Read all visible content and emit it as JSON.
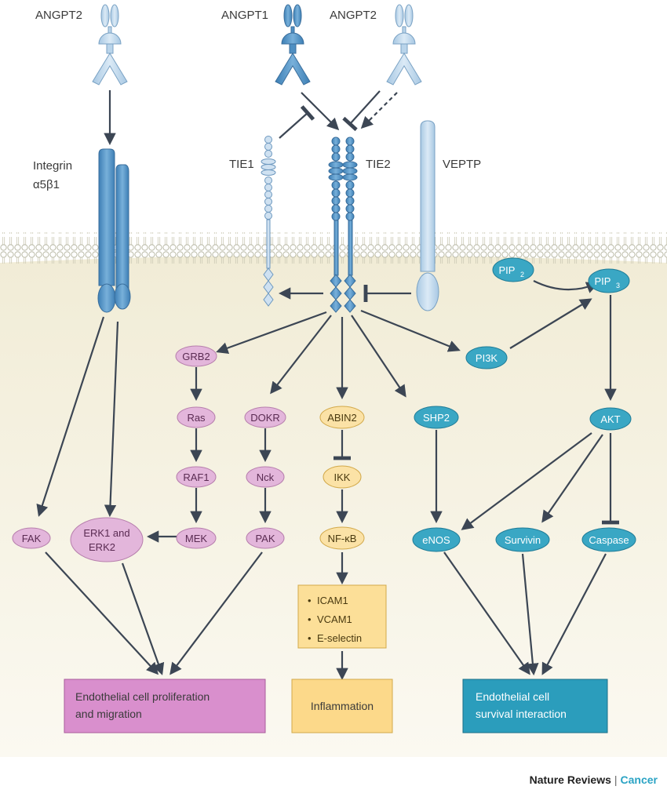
{
  "ligands": {
    "angpt2_left": "ANGPT2",
    "angpt1": "ANGPT1",
    "angpt2_right": "ANGPT2"
  },
  "receptors": {
    "integrin_line1": "Integrin",
    "integrin_line2": "α5β1",
    "tie1": "TIE1",
    "tie2": "TIE2",
    "veptp": "VEPTP"
  },
  "lipids": {
    "pip2_base": "PIP",
    "pip2_sub": "2",
    "pip3_base": "PIP",
    "pip3_sub": "3"
  },
  "nodes": {
    "grb2": "GRB2",
    "ras": "Ras",
    "raf1": "RAF1",
    "mek": "MEK",
    "dokr": "DOKR",
    "nck": "Nck",
    "pak": "PAK",
    "fak": "FAK",
    "erk_line1": "ERK1 and",
    "erk_line2": "ERK2",
    "abin2": "ABIN2",
    "ikk": "IKK",
    "nfkb": "NF-κB",
    "shp2": "SHP2",
    "pi3k": "PI3K",
    "akt": "AKT",
    "enos": "eNOS",
    "survivin": "Survivin",
    "caspase": "Caspase"
  },
  "genes": [
    "ICAM1",
    "VCAM1",
    "E-selectin"
  ],
  "outcomes": {
    "prolif_line1": "Endothelial cell proliferation",
    "prolif_line2": "and migration",
    "inflammation": "Inflammation",
    "survival_line1": "Endothelial cell",
    "survival_line2": "survival interaction"
  },
  "credit": {
    "publisher": "Nature Reviews",
    "separator": "|",
    "journal": "Cancer"
  },
  "colors": {
    "pink_node": "#e3b6db",
    "yellow_node": "#fbe2a6",
    "blue_node": "#3aa7c4",
    "receptor_blue": "#4f8fc2",
    "receptor_light": "#b9d4ea",
    "outcome_pink": "#d98fcd",
    "outcome_yellow": "#fcd98a",
    "outcome_blue": "#2b9dbc",
    "cytoplasm": "#f3eedc",
    "arrow": "#3c4654"
  }
}
